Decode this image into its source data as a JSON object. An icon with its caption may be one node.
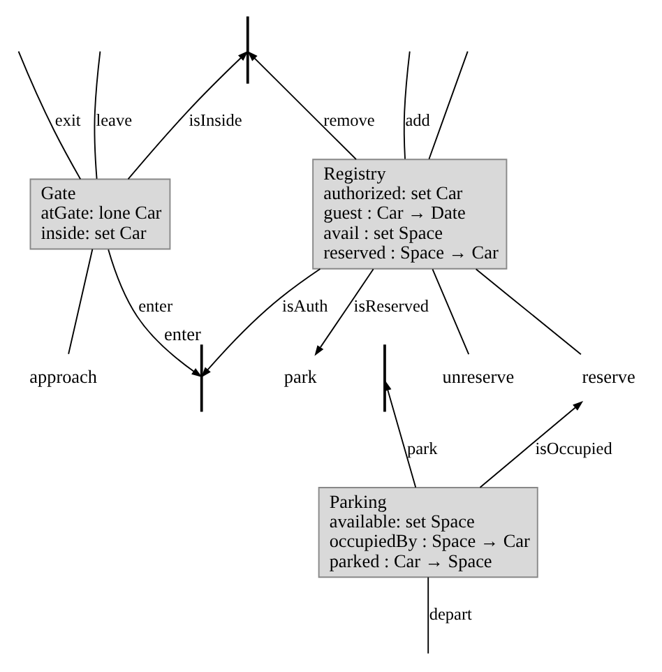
{
  "diagram": {
    "nodes": [
      {
        "text": [
          "Gate",
          "atGate: lone Car",
          "inside: set Car"
        ]
      },
      {
        "text": [
          "Registry",
          "authorized: set Car",
          "guest : Car → Date",
          "avail : set Space",
          "reserved : Space → Car"
        ]
      },
      {
        "text": [
          "Parking",
          "available: set Space",
          "occupiedBy : Space → Car",
          "parked : Car → Space"
        ]
      },
      {
        "text": [],
        "shape": "bar"
      },
      {
        "text": [],
        "shape": "bar",
        "beside": [
          "enter"
        ]
      },
      {
        "text": [
          "approach"
        ]
      },
      {
        "text": [
          "unreserve"
        ]
      },
      {
        "text": [
          "reserve"
        ]
      },
      {
        "text": [
          "park"
        ]
      },
      {
        "text": [],
        "shape": "bar"
      }
    ],
    "edges": [
      {
        "from": 0,
        "to": null,
        "arrow": "none",
        "label": "exit"
      },
      {
        "from": 0,
        "to": null,
        "arrow": "none",
        "label": "leave"
      },
      {
        "from": 0,
        "to": 3,
        "arrow": "to",
        "label": "isInside"
      },
      {
        "from": 1,
        "to": 3,
        "arrow": "to",
        "label": "remove"
      },
      {
        "from": 1,
        "to": null,
        "arrow": "none",
        "label": "add"
      },
      {
        "from": 1,
        "to": null,
        "arrow": "none"
      },
      {
        "from": 0,
        "to": 4,
        "arrow": "to",
        "label": "enter"
      },
      {
        "from": 1,
        "to": 4,
        "arrow": "to",
        "label": "isAuth"
      },
      {
        "from": 0,
        "to": 5,
        "arrow": "none"
      },
      {
        "from": 1,
        "to": 8,
        "arrow": "to",
        "label": "isReserved"
      },
      {
        "from": 1,
        "to": 6,
        "arrow": "none"
      },
      {
        "from": 1,
        "to": 7,
        "arrow": "none"
      },
      {
        "from": 2,
        "to": 7,
        "arrow": "to",
        "label": "isOccupied"
      },
      {
        "from": 2,
        "to": 9,
        "arrow": "to",
        "label": "park"
      },
      {
        "from": 2,
        "to": null,
        "arrow": "none",
        "label": "depart"
      }
    ]
  }
}
